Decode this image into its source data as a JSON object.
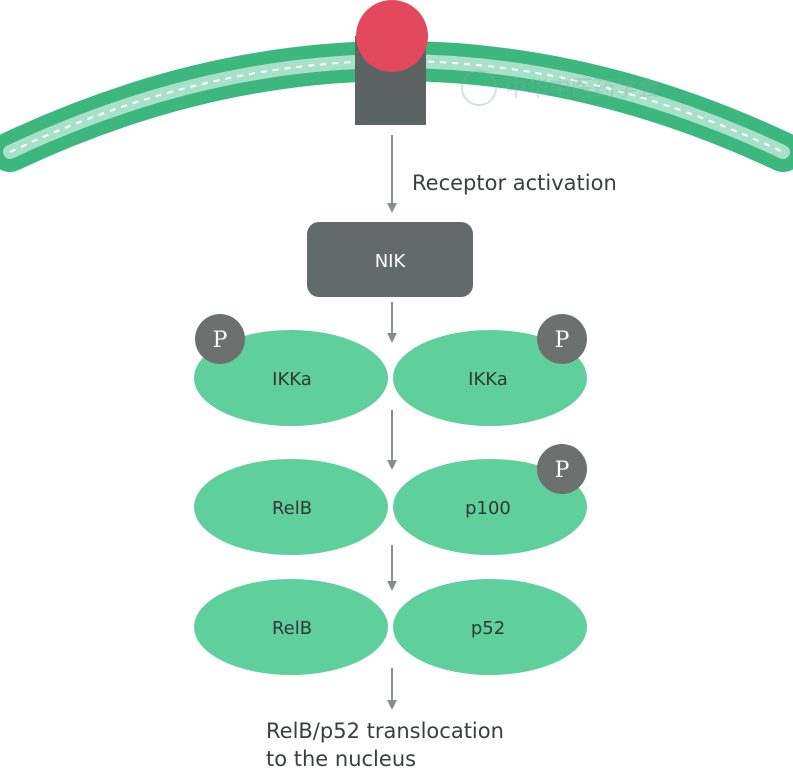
{
  "receptor_label": "Receptor activation",
  "nik_label": "NIK",
  "ikka_left_label": "IKKa",
  "ikka_right_label": "IKKa",
  "relb_label_1": "RelB",
  "p100_label": "p100",
  "relb_label_2": "RelB",
  "p52_label": "p52",
  "phospho_label": "P",
  "translocation_line1": "RelB/p52 translocation",
  "translocation_line2": "to the nucleus",
  "watermark_text": "中华中医药学会",
  "colors": {
    "membrane": "#3cb77e",
    "membrane_light": "#a9e0c8",
    "receptor_body": "#5b6363",
    "ligand": "#e2495d",
    "nik_box": "#626a6a",
    "protein": "#5fcf9c",
    "phospho": "#6c7170",
    "arrow": "#8a8f8e"
  }
}
